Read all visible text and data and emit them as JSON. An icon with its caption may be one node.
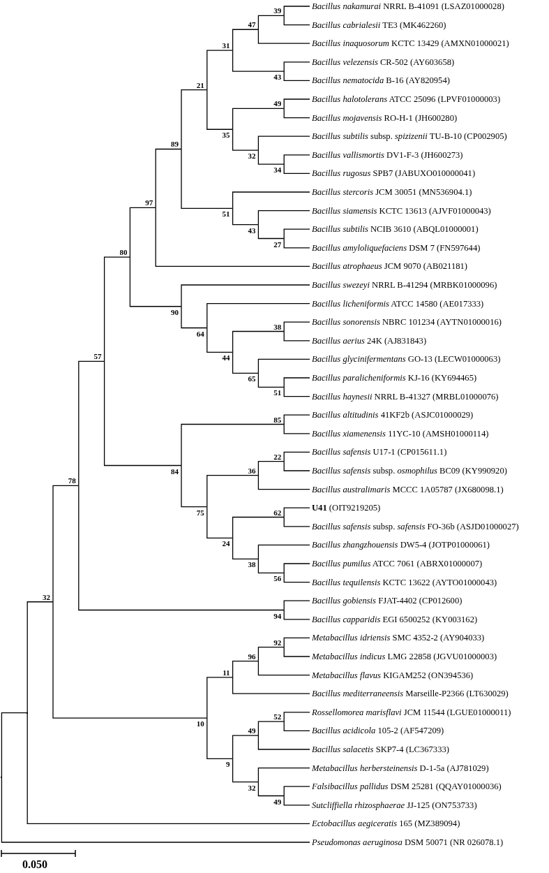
{
  "diagram": {
    "nodes": [
      {
        "text": [],
        "shape": "point"
      },
      {
        "text": [],
        "shape": "point"
      },
      {
        "text": [
          "32"
        ]
      },
      {
        "text": [
          "78"
        ]
      },
      {
        "text": [
          "57"
        ]
      },
      {
        "text": [
          "80"
        ]
      },
      {
        "text": [
          "97"
        ]
      },
      {
        "text": [
          "89"
        ]
      },
      {
        "text": [
          "21"
        ]
      },
      {
        "text": [
          "31"
        ]
      },
      {
        "text": [
          "47"
        ]
      },
      {
        "text": [
          "39"
        ]
      },
      {
        "text": [
          "*Bacillus nakamurai* NRRL B-41091 (LSAZ01000028)"
        ]
      },
      {
        "text": [
          "*Bacillus cabrialesii* TE3 (MK462260)"
        ]
      },
      {
        "text": [
          "*Bacillus inaquosorum* KCTC 13429 (AMXN01000021)"
        ]
      },
      {
        "text": [
          "43"
        ]
      },
      {
        "text": [
          "*Bacillus velezensis* CR-502 (AY603658)"
        ]
      },
      {
        "text": [
          "*Bacillus nematocida* B-16 (AY820954)"
        ]
      },
      {
        "text": [
          "35"
        ]
      },
      {
        "text": [
          "49"
        ]
      },
      {
        "text": [
          "*Bacillus halotolerans* ATCC 25096 (LPVF01000003)"
        ]
      },
      {
        "text": [
          "*Bacillus mojavensis* RO-H-1 (JH600280)"
        ]
      },
      {
        "text": [
          "32"
        ]
      },
      {
        "text": [
          "*Bacillus subtilis* subsp. *spizizenii* TU-B-10 (CP002905)"
        ]
      },
      {
        "text": [
          "34"
        ]
      },
      {
        "text": [
          "*Bacillus vallismortis* DV1-F-3 (JH600273)"
        ]
      },
      {
        "text": [
          "*Bacillus rugosus* SPB7 (JABUXO010000041)"
        ]
      },
      {
        "text": [
          "51"
        ]
      },
      {
        "text": [
          "*Bacillus stercoris* JCM 30051 (MN536904.1)"
        ]
      },
      {
        "text": [
          "43"
        ]
      },
      {
        "text": [
          "*Bacillus siamensis* KCTC 13613 (AJVF01000043)"
        ]
      },
      {
        "text": [
          "27"
        ]
      },
      {
        "text": [
          "*Bacillus subtilis* NCIB 3610 (ABQL01000001)"
        ]
      },
      {
        "text": [
          "*Bacillus amyloliquefaciens* DSM 7 (FN597644)"
        ]
      },
      {
        "text": [
          "*Bacillus atrophaeus* JCM 9070 (AB021181)"
        ]
      },
      {
        "text": [
          "90"
        ]
      },
      {
        "text": [
          "*Bacillus swezeyi* NRRL B-41294 (MRBK01000096)"
        ]
      },
      {
        "text": [
          "64"
        ]
      },
      {
        "text": [
          "*Bacillus licheniformis* ATCC 14580 (AE017333)"
        ]
      },
      {
        "text": [
          "44"
        ]
      },
      {
        "text": [
          "38"
        ]
      },
      {
        "text": [
          "*Bacillus sonorensis* NBRC 101234 (AYTN01000016)"
        ]
      },
      {
        "text": [
          "*Bacillus aerius* 24K (AJ831843)"
        ]
      },
      {
        "text": [
          "65"
        ]
      },
      {
        "text": [
          "*Bacillus glycinifermentans* GO-13 (LECW01000063)"
        ]
      },
      {
        "text": [
          "51"
        ]
      },
      {
        "text": [
          "*Bacillus paralicheniformis* KJ-16 (KY694465)"
        ]
      },
      {
        "text": [
          "*Bacillus haynesii* NRRL B-41327 (MRBL01000076)"
        ]
      },
      {
        "text": [
          "84"
        ]
      },
      {
        "text": [
          "85"
        ]
      },
      {
        "text": [
          "*Bacillus altitudinis* 41KF2b (ASJC01000029)"
        ]
      },
      {
        "text": [
          "*Bacillus xiamenensis* 11YC-10 (AMSH01000114)"
        ]
      },
      {
        "text": [
          "75"
        ]
      },
      {
        "text": [
          "36"
        ]
      },
      {
        "text": [
          "22"
        ]
      },
      {
        "text": [
          "*Bacillus safensis* U17-1 (CP015611.1)"
        ]
      },
      {
        "text": [
          "*Bacillus safensis* subsp. *osmophilus* BC09 (KY990920)"
        ]
      },
      {
        "text": [
          "*Bacillus australimaris* MCCC 1A05787 (JX680098.1)"
        ]
      },
      {
        "text": [
          "24"
        ]
      },
      {
        "text": [
          "62"
        ]
      },
      {
        "text": [
          "**U41** (OIT9219205)"
        ]
      },
      {
        "text": [
          "*Bacillus safensis* subsp. *safensis* FO-36b (ASJD01000027)"
        ]
      },
      {
        "text": [
          "38"
        ]
      },
      {
        "text": [
          "*Bacillus zhangzhouensis* DW5-4 (JOTP01000061)"
        ]
      },
      {
        "text": [
          "56"
        ]
      },
      {
        "text": [
          "*Bacillus pumilus* ATCC 7061 (ABRX01000007)"
        ]
      },
      {
        "text": [
          "*Bacillus tequilensis* KCTC 13622 (AYTO01000043)"
        ]
      },
      {
        "text": [
          "94"
        ]
      },
      {
        "text": [
          "*Bacillus gobiensis* FJAT-4402 (CP012600)"
        ]
      },
      {
        "text": [
          "*Bacillus capparidis* EGI 6500252 (KY003162)"
        ]
      },
      {
        "text": [
          "10"
        ]
      },
      {
        "text": [
          "11"
        ]
      },
      {
        "text": [
          "96"
        ]
      },
      {
        "text": [
          "92"
        ]
      },
      {
        "text": [
          "*Metabacillus idriensis* SMC 4352-2 (AY904033)"
        ]
      },
      {
        "text": [
          "*Metabacillus indicus* LMG 22858 (JGVU01000003)"
        ]
      },
      {
        "text": [
          "*Metabacillus flavus* KIGAM252 (ON394536)"
        ]
      },
      {
        "text": [
          "*Bacillus mediterraneensis* Marseille-P2366 (LT630029)"
        ]
      },
      {
        "text": [
          "9"
        ]
      },
      {
        "text": [
          "49"
        ]
      },
      {
        "text": [
          "52"
        ]
      },
      {
        "text": [
          "*Rossellomorea marisflavi* JCM 11544 (LGUE01000011)"
        ]
      },
      {
        "text": [
          "*Bacillus acidicola* 105-2 (AF547209)"
        ]
      },
      {
        "text": [
          "*Bacillus salacetis* SKP7-4 (LC367333)"
        ]
      },
      {
        "text": [
          "32"
        ]
      },
      {
        "text": [
          "*Metabacillus herbersteinensis* D-1-5a (AJ781029)"
        ]
      },
      {
        "text": [
          "49"
        ]
      },
      {
        "text": [
          "*Falsibacillus pallidus* DSM 25281 (QQAY01000036)"
        ]
      },
      {
        "text": [
          "*Sutcliffiella rhizosphaerae* JJ-125 (ON753733)"
        ]
      },
      {
        "text": [
          "*Ectobacillus aegiceratis* 165 (MZ389094)"
        ]
      },
      {
        "text": [
          "*Pseudomonas aeruginosa* DSM 50071 (NR 026078.1)"
        ]
      }
    ],
    "edges": [
      {
        "from": 0,
        "to": 1,
        "arrow": "none"
      },
      {
        "from": 1,
        "to": 2,
        "arrow": "none"
      },
      {
        "from": 2,
        "to": 3,
        "arrow": "none"
      },
      {
        "from": 3,
        "to": 4,
        "arrow": "none"
      },
      {
        "from": 4,
        "to": 5,
        "arrow": "none"
      },
      {
        "from": 5,
        "to": 6,
        "arrow": "none"
      },
      {
        "from": 6,
        "to": 7,
        "arrow": "none"
      },
      {
        "from": 7,
        "to": 8,
        "arrow": "none"
      },
      {
        "from": 8,
        "to": 9,
        "arrow": "none"
      },
      {
        "from": 9,
        "to": 10,
        "arrow": "none"
      },
      {
        "from": 10,
        "to": 11,
        "arrow": "none"
      },
      {
        "from": 11,
        "to": 12,
        "arrow": "none"
      },
      {
        "from": 11,
        "to": 13,
        "arrow": "none"
      },
      {
        "from": 10,
        "to": 14,
        "arrow": "none"
      },
      {
        "from": 9,
        "to": 15,
        "arrow": "none"
      },
      {
        "from": 15,
        "to": 16,
        "arrow": "none"
      },
      {
        "from": 15,
        "to": 17,
        "arrow": "none"
      },
      {
        "from": 8,
        "to": 18,
        "arrow": "none"
      },
      {
        "from": 18,
        "to": 19,
        "arrow": "none"
      },
      {
        "from": 19,
        "to": 20,
        "arrow": "none"
      },
      {
        "from": 19,
        "to": 21,
        "arrow": "none"
      },
      {
        "from": 18,
        "to": 22,
        "arrow": "none"
      },
      {
        "from": 22,
        "to": 23,
        "arrow": "none"
      },
      {
        "from": 22,
        "to": 24,
        "arrow": "none"
      },
      {
        "from": 24,
        "to": 25,
        "arrow": "none"
      },
      {
        "from": 24,
        "to": 26,
        "arrow": "none"
      },
      {
        "from": 7,
        "to": 27,
        "arrow": "none"
      },
      {
        "from": 27,
        "to": 28,
        "arrow": "none"
      },
      {
        "from": 27,
        "to": 29,
        "arrow": "none"
      },
      {
        "from": 29,
        "to": 30,
        "arrow": "none"
      },
      {
        "from": 29,
        "to": 31,
        "arrow": "none"
      },
      {
        "from": 31,
        "to": 32,
        "arrow": "none"
      },
      {
        "from": 31,
        "to": 33,
        "arrow": "none"
      },
      {
        "from": 6,
        "to": 34,
        "arrow": "none"
      },
      {
        "from": 5,
        "to": 35,
        "arrow": "none"
      },
      {
        "from": 35,
        "to": 36,
        "arrow": "none"
      },
      {
        "from": 35,
        "to": 37,
        "arrow": "none"
      },
      {
        "from": 37,
        "to": 38,
        "arrow": "none"
      },
      {
        "from": 37,
        "to": 39,
        "arrow": "none"
      },
      {
        "from": 39,
        "to": 40,
        "arrow": "none"
      },
      {
        "from": 40,
        "to": 41,
        "arrow": "none"
      },
      {
        "from": 40,
        "to": 42,
        "arrow": "none"
      },
      {
        "from": 39,
        "to": 43,
        "arrow": "none"
      },
      {
        "from": 43,
        "to": 44,
        "arrow": "none"
      },
      {
        "from": 43,
        "to": 45,
        "arrow": "none"
      },
      {
        "from": 45,
        "to": 46,
        "arrow": "none"
      },
      {
        "from": 45,
        "to": 47,
        "arrow": "none"
      },
      {
        "from": 4,
        "to": 48,
        "arrow": "none"
      },
      {
        "from": 48,
        "to": 49,
        "arrow": "none"
      },
      {
        "from": 49,
        "to": 50,
        "arrow": "none"
      },
      {
        "from": 49,
        "to": 51,
        "arrow": "none"
      },
      {
        "from": 48,
        "to": 52,
        "arrow": "none"
      },
      {
        "from": 52,
        "to": 53,
        "arrow": "none"
      },
      {
        "from": 53,
        "to": 54,
        "arrow": "none"
      },
      {
        "from": 54,
        "to": 55,
        "arrow": "none"
      },
      {
        "from": 54,
        "to": 56,
        "arrow": "none"
      },
      {
        "from": 53,
        "to": 57,
        "arrow": "none"
      },
      {
        "from": 52,
        "to": 58,
        "arrow": "none"
      },
      {
        "from": 58,
        "to": 59,
        "arrow": "none"
      },
      {
        "from": 59,
        "to": 60,
        "arrow": "none"
      },
      {
        "from": 59,
        "to": 61,
        "arrow": "none"
      },
      {
        "from": 58,
        "to": 62,
        "arrow": "none"
      },
      {
        "from": 62,
        "to": 63,
        "arrow": "none"
      },
      {
        "from": 62,
        "to": 64,
        "arrow": "none"
      },
      {
        "from": 64,
        "to": 65,
        "arrow": "none"
      },
      {
        "from": 64,
        "to": 66,
        "arrow": "none"
      },
      {
        "from": 3,
        "to": 67,
        "arrow": "none"
      },
      {
        "from": 67,
        "to": 68,
        "arrow": "none"
      },
      {
        "from": 67,
        "to": 69,
        "arrow": "none"
      },
      {
        "from": 2,
        "to": 70,
        "arrow": "none"
      },
      {
        "from": 70,
        "to": 71,
        "arrow": "none"
      },
      {
        "from": 71,
        "to": 72,
        "arrow": "none"
      },
      {
        "from": 72,
        "to": 73,
        "arrow": "none"
      },
      {
        "from": 73,
        "to": 74,
        "arrow": "none"
      },
      {
        "from": 73,
        "to": 75,
        "arrow": "none"
      },
      {
        "from": 72,
        "to": 76,
        "arrow": "none"
      },
      {
        "from": 71,
        "to": 77,
        "arrow": "none"
      },
      {
        "from": 70,
        "to": 78,
        "arrow": "none"
      },
      {
        "from": 78,
        "to": 79,
        "arrow": "none"
      },
      {
        "from": 79,
        "to": 80,
        "arrow": "none"
      },
      {
        "from": 80,
        "to": 81,
        "arrow": "none"
      },
      {
        "from": 80,
        "to": 82,
        "arrow": "none"
      },
      {
        "from": 79,
        "to": 83,
        "arrow": "none"
      },
      {
        "from": 78,
        "to": 84,
        "arrow": "none"
      },
      {
        "from": 84,
        "to": 85,
        "arrow": "none"
      },
      {
        "from": 84,
        "to": 86,
        "arrow": "none"
      },
      {
        "from": 86,
        "to": 87,
        "arrow": "none"
      },
      {
        "from": 86,
        "to": 88,
        "arrow": "none"
      },
      {
        "from": 1,
        "to": 89,
        "arrow": "none"
      },
      {
        "from": 0,
        "to": 90,
        "arrow": "none"
      }
    ],
    "labels": [
      "0.050"
    ]
  }
}
